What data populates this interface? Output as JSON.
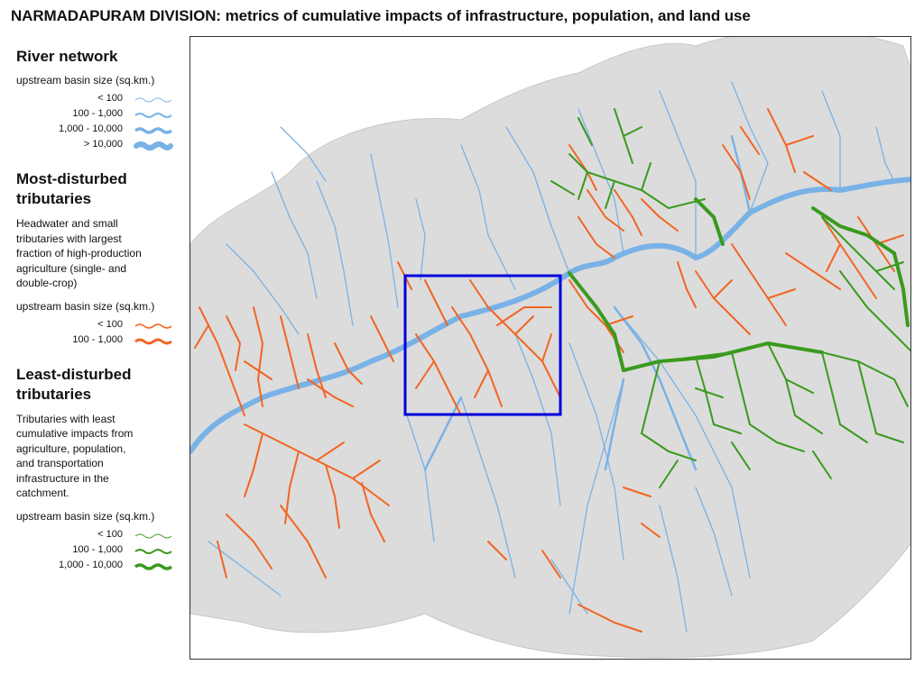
{
  "title": "NARMADAPURAM DIVISION: metrics of cumulative impacts of infrastructure, population, and land use",
  "colors": {
    "river": "#79b2e6",
    "most_disturbed": "#f26522",
    "least_disturbed": "#3a9a1e",
    "basin_fill": "#d9d9d9",
    "highlight_box": "#0000dd"
  },
  "legend": {
    "river_network": {
      "heading": "River network",
      "subtitle": "upstream basin size (sq.km.)",
      "classes": [
        "< 100",
        "100 - 1,000",
        "1,000 - 10,000",
        "> 10,000"
      ]
    },
    "most_disturbed": {
      "heading_line1": "Most-disturbed",
      "heading_line2": "tributaries",
      "desc_lines": [
        "Headwater and small",
        "tributaries with largest",
        "fraction of high-production",
        "agriculture (single- and",
        "double-crop)"
      ],
      "subtitle": "upstream basin size (sq.km.)",
      "classes": [
        "< 100",
        "100 - 1,000"
      ]
    },
    "least_disturbed": {
      "heading_line1": "Least-disturbed",
      "heading_line2": "tributaries",
      "desc_lines": [
        "Tributaries with least",
        "cumulative impacts from",
        "agriculture, population,",
        "and transportation",
        "infrastructure in the",
        "catchment."
      ],
      "subtitle": "upstream basin size (sq.km.)",
      "classes": [
        "< 100",
        "100 - 1,000",
        "1,000 - 10,000"
      ]
    }
  }
}
